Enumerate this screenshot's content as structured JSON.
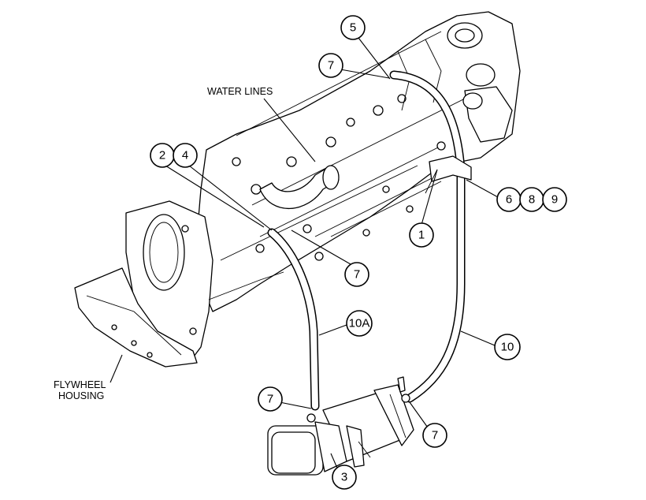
{
  "labels": {
    "water_lines": "WATER LINES",
    "flywheel_housing_line1": "FLYWHEEL",
    "flywheel_housing_line2": "HOUSING"
  },
  "callouts": [
    {
      "id": "c5",
      "text": "5"
    },
    {
      "id": "c7a",
      "text": "7"
    },
    {
      "id": "c2",
      "text": "2"
    },
    {
      "id": "c4",
      "text": "4"
    },
    {
      "id": "c6",
      "text": "6"
    },
    {
      "id": "c8",
      "text": "8"
    },
    {
      "id": "c9",
      "text": "9"
    },
    {
      "id": "c1",
      "text": "1"
    },
    {
      "id": "c7b",
      "text": "7"
    },
    {
      "id": "c10a",
      "text": "10A"
    },
    {
      "id": "c10",
      "text": "10"
    },
    {
      "id": "c7c",
      "text": "7"
    },
    {
      "id": "c7d",
      "text": "7"
    },
    {
      "id": "c3",
      "text": "3"
    }
  ]
}
